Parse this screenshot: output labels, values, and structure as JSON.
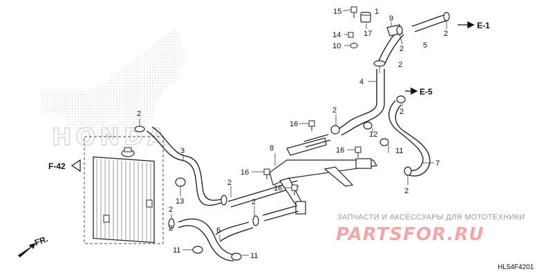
{
  "refs": {
    "e1": "E-1",
    "e5": "E-5",
    "f42": "F-42",
    "fr": "FR."
  },
  "callouts": [
    "15",
    "1",
    "17",
    "9",
    "2",
    "14",
    "10",
    "5",
    "2",
    "2",
    "4",
    "2",
    "2",
    "16",
    "2",
    "12",
    "8",
    "16",
    "11",
    "16",
    "2",
    "16",
    "7",
    "2",
    "2",
    "3",
    "13",
    "2",
    "2",
    "6",
    "11",
    "11"
  ],
  "watermark": {
    "brand": "HONDA",
    "shop_text": "ЗАПЧАСТИ И АКСЕССУАРЫ ДЛЯ МОТОТЕХНИКИ",
    "logo_text": "PARTSFOR.RU"
  },
  "diagram_code": "HL54F4201"
}
